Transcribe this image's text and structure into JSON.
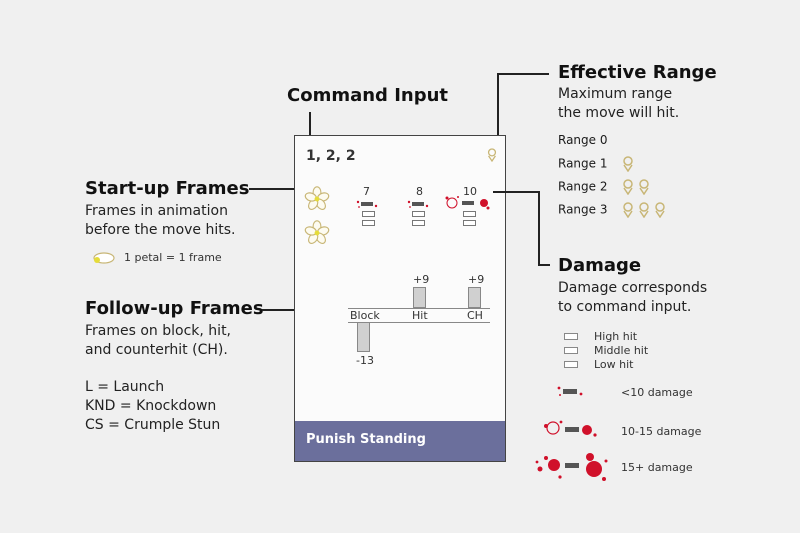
{
  "command_input": {
    "heading": "Command Input",
    "value": "1, 2, 2"
  },
  "effective_range": {
    "heading": "Effective Range",
    "description": [
      "Maximum range",
      "the move will hit."
    ],
    "levels": [
      {
        "label": "Range 0",
        "icons": 0
      },
      {
        "label": "Range 1",
        "icons": 1
      },
      {
        "label": "Range 2",
        "icons": 2
      },
      {
        "label": "Range 3",
        "icons": 3
      }
    ]
  },
  "startup": {
    "heading": "Start-up Frames",
    "description": [
      "Frames in animation",
      "before the move hits."
    ],
    "legend": "1 petal = 1 frame"
  },
  "hit_frames": [
    "7",
    "8",
    "10"
  ],
  "followup": {
    "heading": "Follow-up Frames",
    "description": [
      "Frames on block, hit,",
      "and counterhit (CH)."
    ],
    "abbreviations": [
      "L = Launch",
      "KND = Knockdown",
      "CS = Crumple Stun"
    ],
    "chart": {
      "categories": [
        "Block",
        "Hit",
        "CH"
      ],
      "value_labels": [
        "-13",
        "+9",
        "+9"
      ],
      "values": [
        -13,
        9,
        9
      ]
    }
  },
  "damage": {
    "heading": "Damage",
    "description": [
      "Damage corresponds",
      "to command input."
    ],
    "levels": [
      "High hit",
      "Middle hit",
      "Low hit"
    ],
    "scale": [
      "<10 damage",
      "10-15 damage",
      "15+ damage"
    ]
  },
  "card_footer": "Punish Standing",
  "colors": {
    "accent_red": "#d0102a",
    "petal": "#c8b676",
    "footer": "#6b6f9c"
  }
}
